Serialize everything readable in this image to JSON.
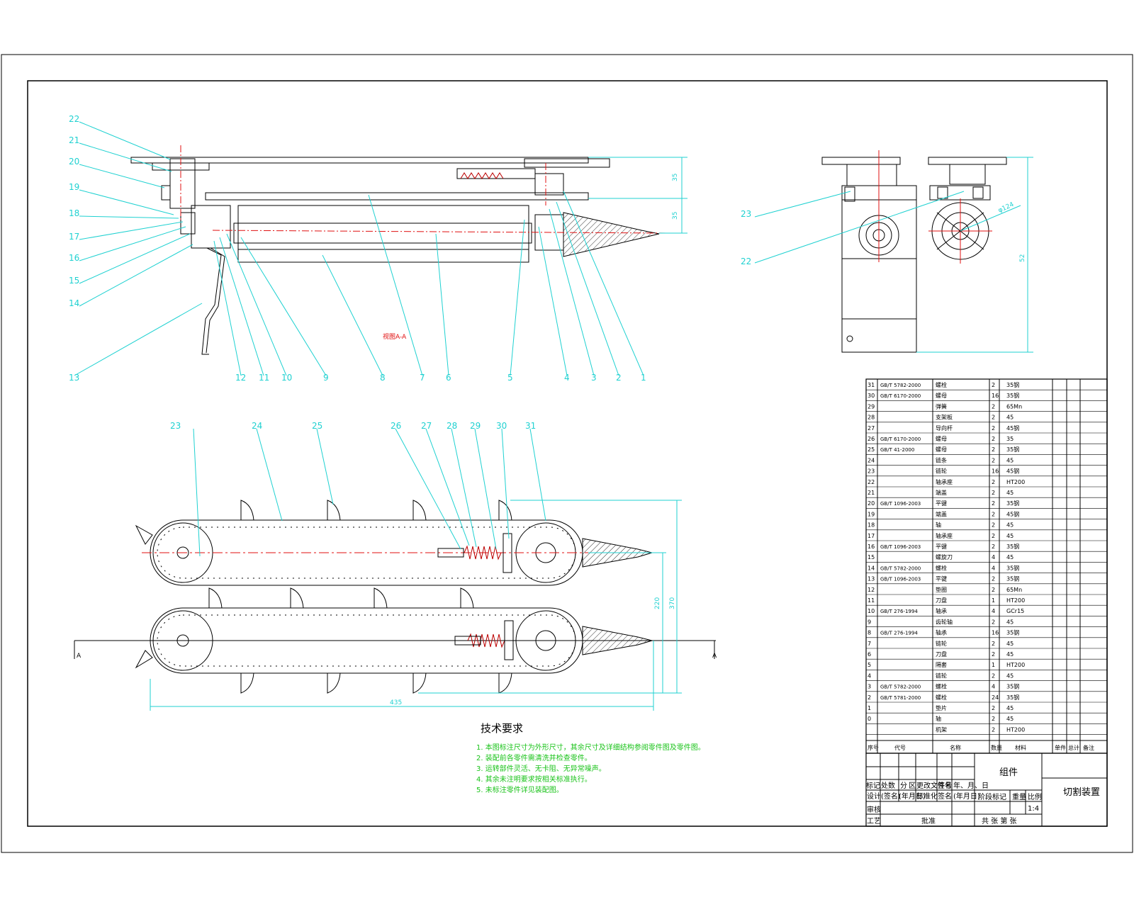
{
  "callouts_top": [
    "22",
    "21",
    "20",
    "19",
    "18",
    "17",
    "16",
    "15",
    "14",
    "13",
    "12",
    "11",
    "10",
    "9",
    "8",
    "7",
    "6",
    "5",
    "4",
    "3",
    "2",
    "1"
  ],
  "callouts_side": [
    "23",
    "22"
  ],
  "callouts_mid": [
    "23",
    "24",
    "25",
    "26",
    "27",
    "28",
    "29",
    "30",
    "31"
  ],
  "section_note": "视图A-A",
  "section_marks": [
    "A",
    "A"
  ],
  "dimensions": {
    "top_right_1": "35",
    "top_right_2": "35",
    "side_height": "52",
    "side_dia": "φ124",
    "mid_h1": "220",
    "mid_h2": "370",
    "mid_width": "435"
  },
  "tech_requirements": {
    "title": "技术要求",
    "lines": [
      "1. 本图标注尺寸为外形尺寸，其余尺寸及详细结构参阅零件图及零件图。",
      "2. 装配前各零件需清洗并检查零件。",
      "3. 运转部件灵活、无卡阻、无异常噪声。",
      "4. 其余未注明要求按相关标准执行。",
      "5. 未标注零件详见装配图。"
    ]
  },
  "parts_table": {
    "header": [
      "序号",
      "代号",
      "名称",
      "数量",
      "材料",
      "单件",
      "总计",
      "备注"
    ],
    "header_extra": [
      "重量"
    ],
    "rows": [
      [
        "31",
        "GB/T 5782-2000",
        "螺栓",
        "2",
        "35钢"
      ],
      [
        "30",
        "GB/T 6170-2000",
        "螺母",
        "16",
        "35钢"
      ],
      [
        "29",
        "",
        "弹簧",
        "2",
        "65Mn"
      ],
      [
        "28",
        "",
        "支架板",
        "2",
        "45"
      ],
      [
        "27",
        "",
        "导向杆",
        "2",
        "45钢"
      ],
      [
        "26",
        "GB/T 6170-2000",
        "螺母",
        "2",
        "35"
      ],
      [
        "25",
        "GB/T 41-2000",
        "螺母",
        "2",
        "35钢"
      ],
      [
        "24",
        "",
        "链条",
        "2",
        "45"
      ],
      [
        "23",
        "",
        "链轮",
        "16",
        "45钢"
      ],
      [
        "22",
        "",
        "轴承座",
        "2",
        "HT200"
      ],
      [
        "21",
        "",
        "端盖",
        "2",
        "45"
      ],
      [
        "20",
        "GB/T 1096-2003",
        "平键",
        "2",
        "35钢"
      ],
      [
        "19",
        "",
        "端盖",
        "2",
        "45钢"
      ],
      [
        "18",
        "",
        "轴",
        "2",
        "45"
      ],
      [
        "17",
        "",
        "轴承座",
        "2",
        "45"
      ],
      [
        "16",
        "GB/T 1096-2003",
        "平键",
        "2",
        "35钢"
      ],
      [
        "15",
        "",
        "螺旋刀",
        "4",
        "45"
      ],
      [
        "14",
        "GB/T 5782-2000",
        "螺栓",
        "4",
        "35钢"
      ],
      [
        "13",
        "GB/T 1096-2003",
        "平键",
        "2",
        "35钢"
      ],
      [
        "12",
        "",
        "垫圈",
        "2",
        "65Mn"
      ],
      [
        "11",
        "",
        "刀盘",
        "1",
        "HT200"
      ],
      [
        "10",
        "GB/T 276-1994",
        "轴承",
        "4",
        "GCr15"
      ],
      [
        "9",
        "",
        "齿轮轴",
        "2",
        "45"
      ],
      [
        "8",
        "GB/T 276-1994",
        "轴承",
        "16",
        "35钢"
      ],
      [
        "7",
        "",
        "链轮",
        "2",
        "45"
      ],
      [
        "6",
        "",
        "刀盘",
        "2",
        "45"
      ],
      [
        "5",
        "",
        "隔套",
        "1",
        "HT200"
      ],
      [
        "4",
        "",
        "链轮",
        "2",
        "45"
      ],
      [
        "3",
        "GB/T 5782-2000",
        "螺栓",
        "4",
        "35钢"
      ],
      [
        "2",
        "GB/T 5781-2000",
        "螺栓",
        "24",
        "35钢"
      ],
      [
        "1",
        "",
        "垫片",
        "2",
        "45"
      ],
      [
        "0",
        "",
        "轴",
        "2",
        "45"
      ],
      [
        "",
        "",
        "机架",
        "2",
        "HT200"
      ]
    ]
  },
  "title_block": {
    "assembly_label": "组件",
    "drawing_name": "切割装置",
    "scale": "1:4",
    "labels_row1": [
      "标记",
      "处数",
      "分",
      "区",
      "更改文件号",
      "签名",
      "年、月、日"
    ],
    "labels_row2": [
      "设计",
      "(签名)",
      "(年月日)",
      "标准化",
      "签名",
      "(年月日)"
    ],
    "stage_label": "阶段标记",
    "weight_label": "重量",
    "scale_label": "比例",
    "review_label": "审核",
    "process_label": "工艺",
    "approve_label": "批准",
    "sheets_label": "共 张 第 张"
  },
  "colors": {
    "callout": "#1fd1d1",
    "centerline": "#e01010",
    "text_green": "#19c319",
    "outline": "#000000"
  }
}
